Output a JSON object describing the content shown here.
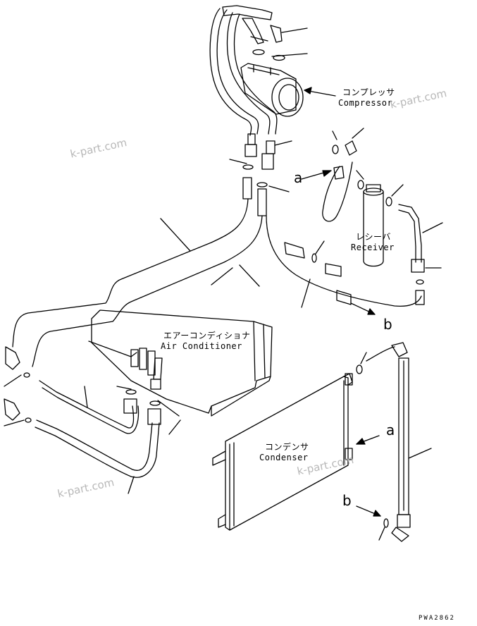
{
  "labels": {
    "compressor_jp": "コンプレッサ",
    "compressor_en": "Compressor",
    "receiver_jp": "レシーバ",
    "receiver_en": "Receiver",
    "aircon_jp": "エアーコンディショナ",
    "aircon_en": "Air Conditioner",
    "condenser_jp": "コンデンサ",
    "condenser_en": "Condenser"
  },
  "connection_letters": {
    "a1": "a",
    "b1": "b",
    "a2": "a",
    "b2": "b"
  },
  "watermarks": [
    "k-part.com",
    "k-part.com",
    "k-part.com",
    "k-part.com"
  ],
  "drawing_code": "PWA2862"
}
